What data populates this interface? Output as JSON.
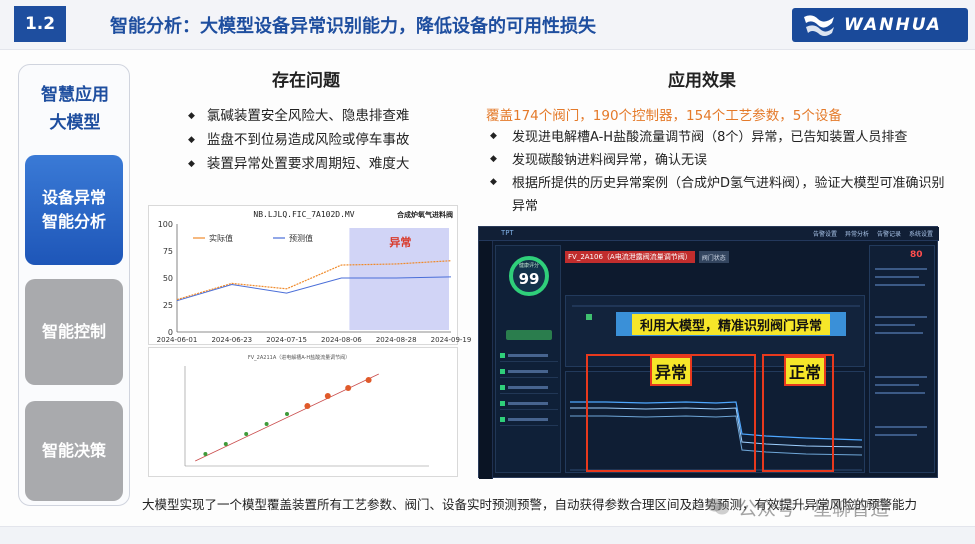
{
  "header": {
    "section_number": "1.2",
    "title": "智能分析：大模型设备异常识别能力，降低设备的可用性损失",
    "logo_text": "WANHUA"
  },
  "nav": {
    "title_line1": "智慧应用",
    "title_line2": "大模型",
    "items": [
      {
        "line1": "设备异常",
        "line2": "智能分析"
      },
      {
        "line1": "智能控制",
        "line2": ""
      },
      {
        "line1": "智能决策",
        "line2": ""
      }
    ]
  },
  "problems": {
    "heading": "存在问题",
    "bullets": [
      "氯碱装置安全风险大、隐患排查难",
      "监盘不到位易造成风险或停车事故",
      "装置异常处置要求周期短、难度大"
    ]
  },
  "effects": {
    "heading": "应用效果",
    "coverage": "覆盖174个阀门，190个控制器，154个工艺参数，5个设备",
    "bullets": [
      "发现进电解槽A-H盐酸流量调节阀（8个）异常，已告知装置人员排查",
      "发现碳酸钠进料阀异常，确认无误",
      "根据所提供的历史异常案例（合成炉D氢气进料阀），验证大模型可准确识别异常"
    ]
  },
  "chart_data": [
    {
      "type": "line",
      "title": "NB.LJLQ.FIC_7A102D.MV",
      "subtitle": "合成炉氧气进料阀",
      "categories": [
        "2024-06-01",
        "2024-06-23",
        "2024-07-15",
        "2024-08-06",
        "2024-08-28",
        "2024-09-19"
      ],
      "yticks": [
        0,
        25,
        50,
        75,
        100
      ],
      "ylim": [
        0,
        100
      ],
      "legend": [
        "实际值",
        "预测值"
      ],
      "annotation": "异常",
      "series": [
        {
          "name": "实际值",
          "values": [
            30,
            45,
            40,
            62,
            63,
            66
          ]
        },
        {
          "name": "预测值",
          "values": [
            29,
            44,
            36,
            50,
            50,
            51
          ]
        }
      ]
    },
    {
      "type": "scatter",
      "title": "FV_2A211A（进电解槽A-H盐酸流量调节阀）",
      "x": [
        10,
        20,
        30,
        40,
        50,
        60,
        70,
        80,
        90
      ],
      "y": [
        12,
        22,
        32,
        42,
        52,
        60,
        70,
        78,
        86
      ]
    }
  ],
  "dashboard": {
    "top_tag": "TPT",
    "menu": [
      "告警设置",
      "异常分析",
      "告警记录",
      "系统设置"
    ],
    "score_label": "健康评分",
    "score": "99",
    "alarm_tag": "FV_2A106（A电流泄露阀流量调节阀）",
    "info_tag": "阀门状态",
    "callout": "利用大模型，精准识别阀门异常",
    "label_abnormal": "异常",
    "label_normal": "正常",
    "right_value": "80"
  },
  "footer": {
    "text": "大模型实现了一个模型覆盖装置所有工艺参数、阀门、设备实时预测预警，自动获得参数合理区间及趋势预测，有效提升异常风险的预警能力"
  },
  "watermark": {
    "text": "公众号 · 星聊智造"
  }
}
